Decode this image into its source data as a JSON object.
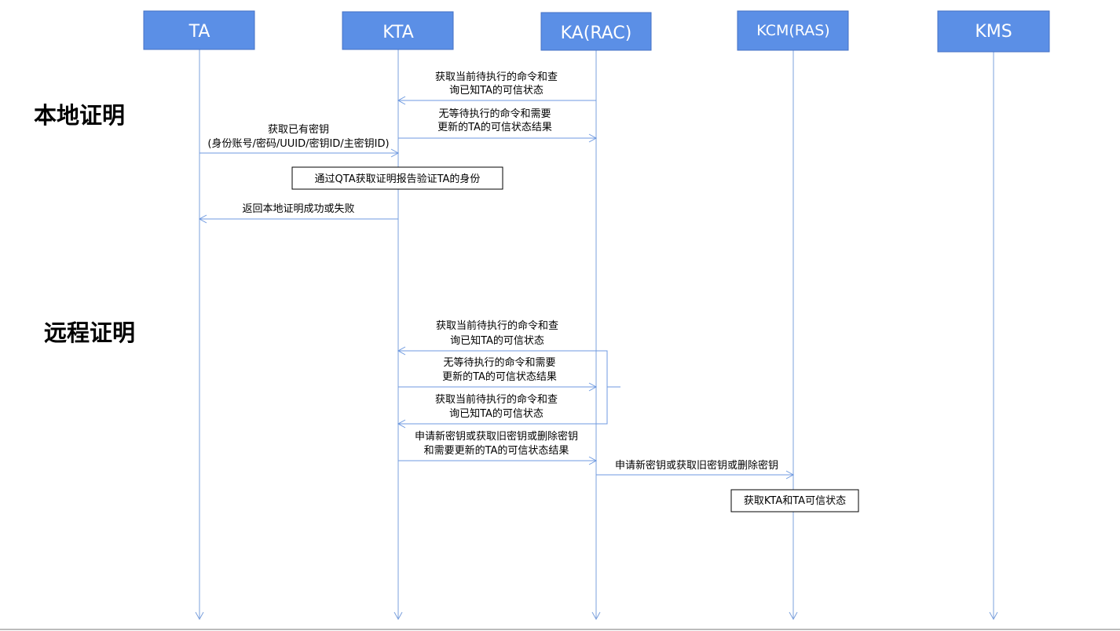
{
  "actors": [
    {
      "id": "ta",
      "label": "TA"
    },
    {
      "id": "kta",
      "label": "KTA"
    },
    {
      "id": "ka",
      "label": "KA(RAC)"
    },
    {
      "id": "kcm",
      "label": "KCM(RAS)"
    },
    {
      "id": "kms",
      "label": "KMS"
    }
  ],
  "sections": {
    "local": "本地证明",
    "remote": "远程证明"
  },
  "messages": [
    {
      "from": "ka",
      "to": "kta",
      "lines": [
        "获取当前待执行的命令和查",
        "询已知TA的可信状态"
      ]
    },
    {
      "from": "kta",
      "to": "ka",
      "lines": [
        "无等待执行的命令和需要",
        "更新的TA的可信状态结果"
      ]
    },
    {
      "from": "ta",
      "to": "kta",
      "lines": [
        "获取已有密钥",
        "(身份账号/密码/UUID/密钥ID/主密钥ID)"
      ]
    },
    {
      "from": "kta",
      "to": "ta",
      "lines": [
        "返回本地证明成功或失败"
      ]
    },
    {
      "from": "ka",
      "to": "kta",
      "lines": [
        "获取当前待执行的命令和查",
        "询已知TA的可信状态"
      ]
    },
    {
      "from": "kta",
      "to": "ka",
      "lines": [
        "无等待执行的命令和需要",
        "更新的TA的可信状态结果"
      ]
    },
    {
      "from": "ka",
      "to": "kta",
      "lines": [
        "获取当前待执行的命令和查",
        "询已知TA的可信状态"
      ]
    },
    {
      "from": "kta",
      "to": "ka",
      "lines": [
        "申请新密钥或获取旧密钥或删除密钥",
        "和需要更新的TA的可信状态结果"
      ]
    },
    {
      "from": "ka",
      "to": "kcm",
      "lines": [
        "申请新密钥或获取旧密钥或删除密钥"
      ]
    }
  ],
  "notes": [
    {
      "text": "通过QTA获取证明报告验证TA的身份"
    },
    {
      "text": "获取KTA和TA可信状态"
    }
  ],
  "colors": {
    "actor_fill": "#5b8fe6",
    "lifeline": "#7ba0dc"
  }
}
